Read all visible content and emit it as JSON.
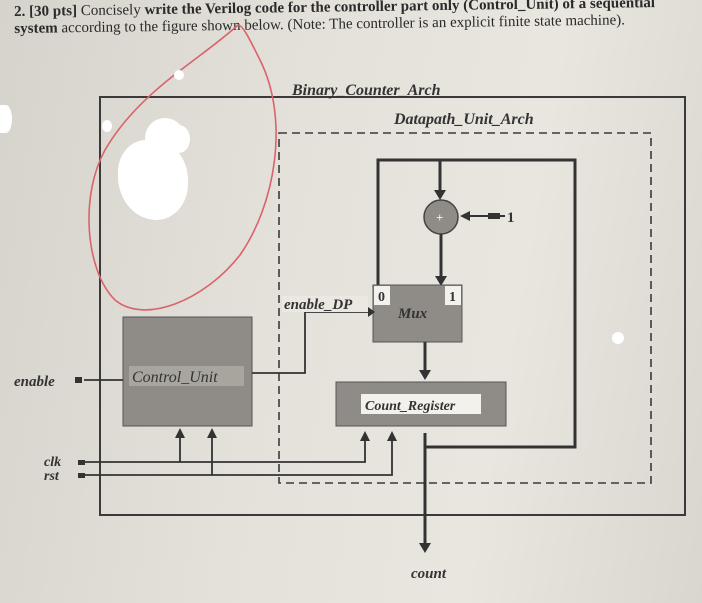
{
  "question": {
    "number": "2.",
    "points": "[30 pts]",
    "text_pre": " Concisely ",
    "bold1": "write the Verilog code for the controller part only (Control_Unit) of a sequential system",
    "text_mid": " according to the figure shown below. (Note: The controller is an explicit finite state machine)."
  },
  "diagram": {
    "outer_title": "Binary_Counter_Arch",
    "datapath_title": "Datapath_Unit_Arch",
    "control_unit": "Control_Unit",
    "mux": "Mux",
    "mux_in0": "0",
    "mux_in1": "1",
    "adder_symbol": "+",
    "adder_const": "1",
    "enable_dp": "enable_DP",
    "count_register": "Count_Register",
    "input_enable": "enable",
    "input_clk": "clk",
    "input_rst": "rst",
    "output_count": "count"
  },
  "colors": {
    "block_fill": "#8f8c87",
    "annotation_red": "#d9636b",
    "ink": "#333333"
  }
}
